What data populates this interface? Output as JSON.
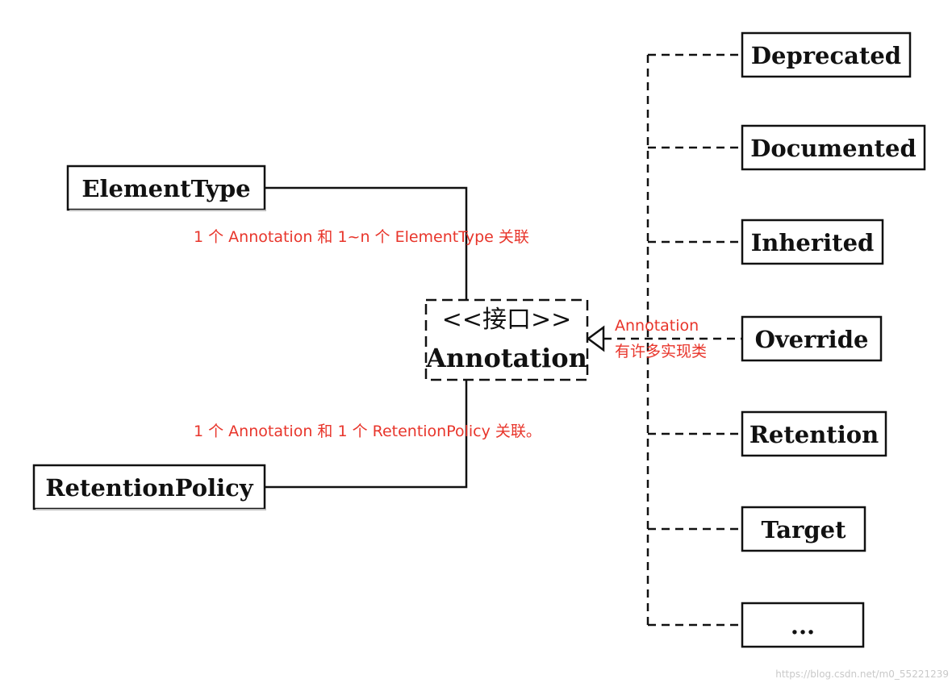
{
  "interface": {
    "stereotype": "<<接口>>",
    "name": "Annotation"
  },
  "left_classes": [
    {
      "id": "element-type",
      "label": "ElementType"
    },
    {
      "id": "retention-policy",
      "label": "RetentionPolicy"
    }
  ],
  "implementations": [
    {
      "id": "deprecated",
      "label": "Deprecated"
    },
    {
      "id": "documented",
      "label": "Documented"
    },
    {
      "id": "inherited",
      "label": "Inherited"
    },
    {
      "id": "override",
      "label": "Override"
    },
    {
      "id": "retention",
      "label": "Retention"
    },
    {
      "id": "target",
      "label": "Target"
    },
    {
      "id": "more",
      "label": "..."
    }
  ],
  "notes": {
    "element_type": "1 个 Annotation 和 1~n 个 ElementType 关联",
    "retention_policy": "1 个 Annotation 和 1 个 RetentionPolicy 关联。",
    "implementations_line1": "Annotation",
    "implementations_line2": "有许多实现类"
  },
  "watermark": "https://blog.csdn.net/m0_55221239",
  "colors": {
    "note": "#e8352b",
    "line": "#111111",
    "background": "#ffffff"
  }
}
